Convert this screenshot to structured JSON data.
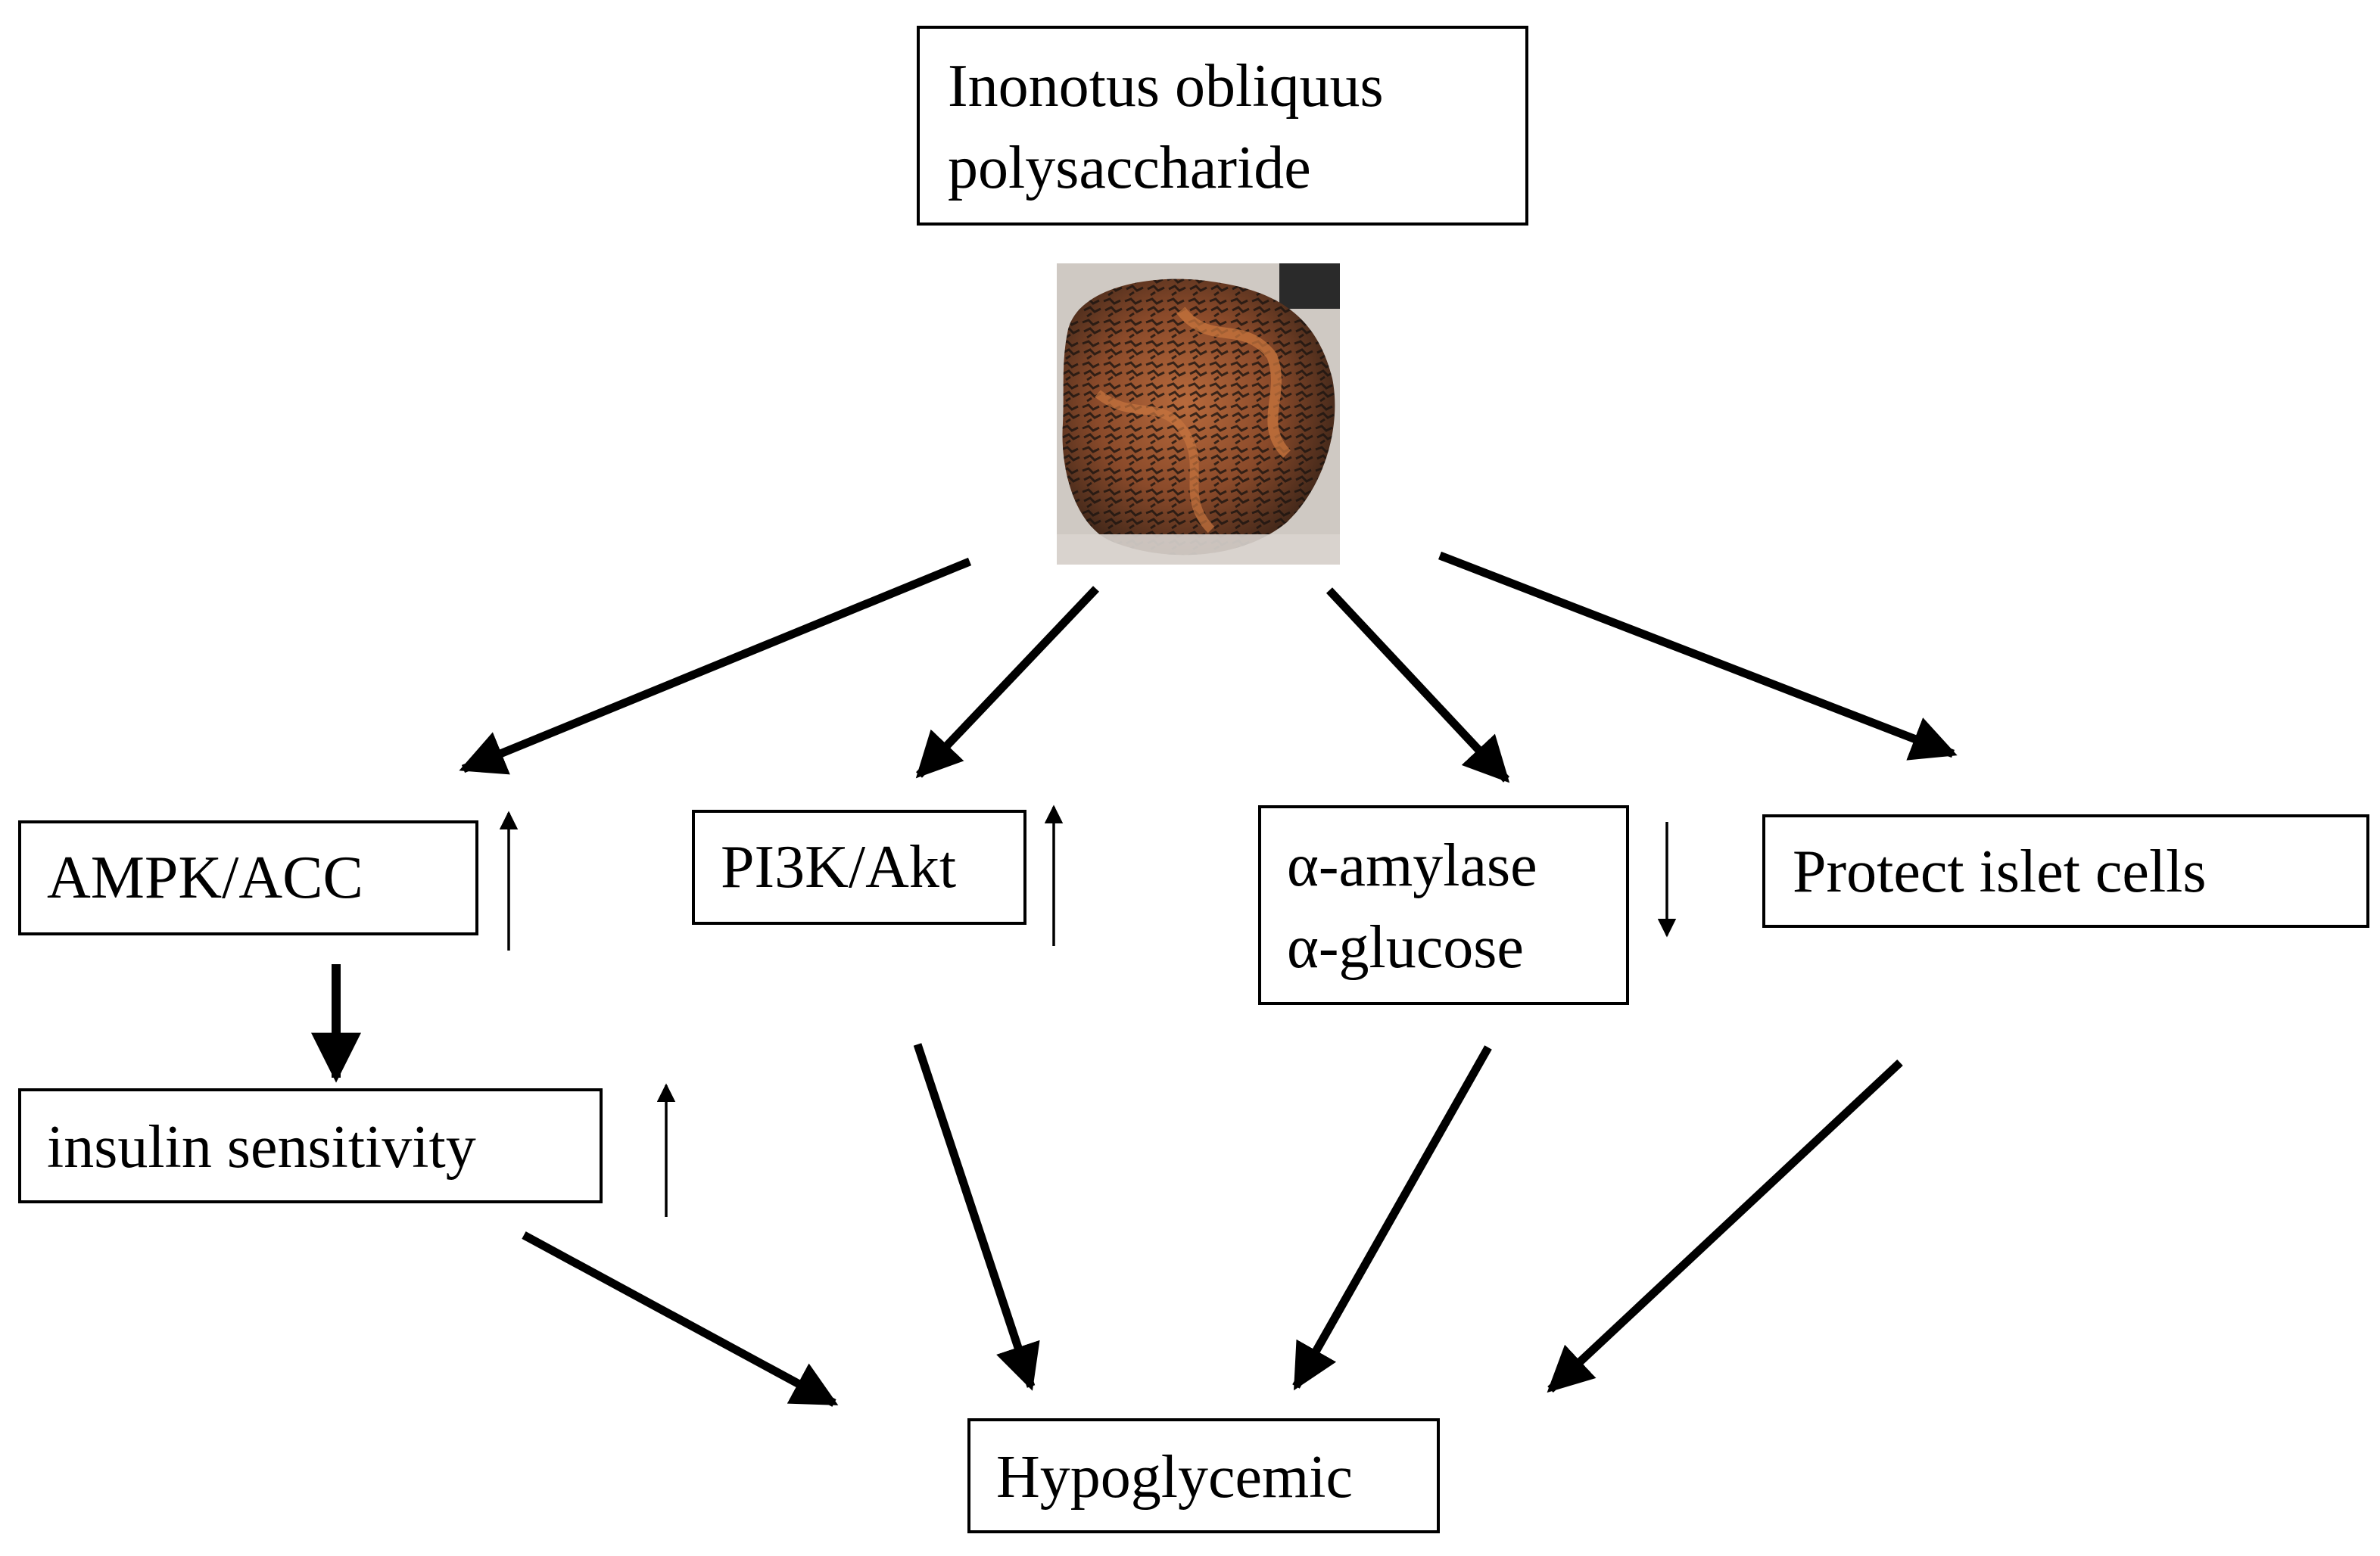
{
  "nodes": {
    "source": {
      "lines": [
        "Inonotus obliquus",
        "polysaccharide"
      ]
    },
    "ampk": {
      "label": "AMPK/ACC"
    },
    "pi3k": {
      "label": "PI3K/Akt"
    },
    "amylase": {
      "lines": [
        "α-amylase",
        "α-glucose"
      ]
    },
    "islet": {
      "label": "Protect islet cells"
    },
    "insulin": {
      "label": "insulin sensitivity"
    },
    "outcome": {
      "label": "Hypoglycemic"
    }
  },
  "indicators": {
    "ampk": "up",
    "pi3k": "up",
    "amylase": "down",
    "insulin": "up"
  },
  "photo": {
    "subject": "chaga-mushroom-photo"
  },
  "colors": {
    "line": "#000000",
    "box_border": "#000000",
    "background": "#ffffff"
  }
}
